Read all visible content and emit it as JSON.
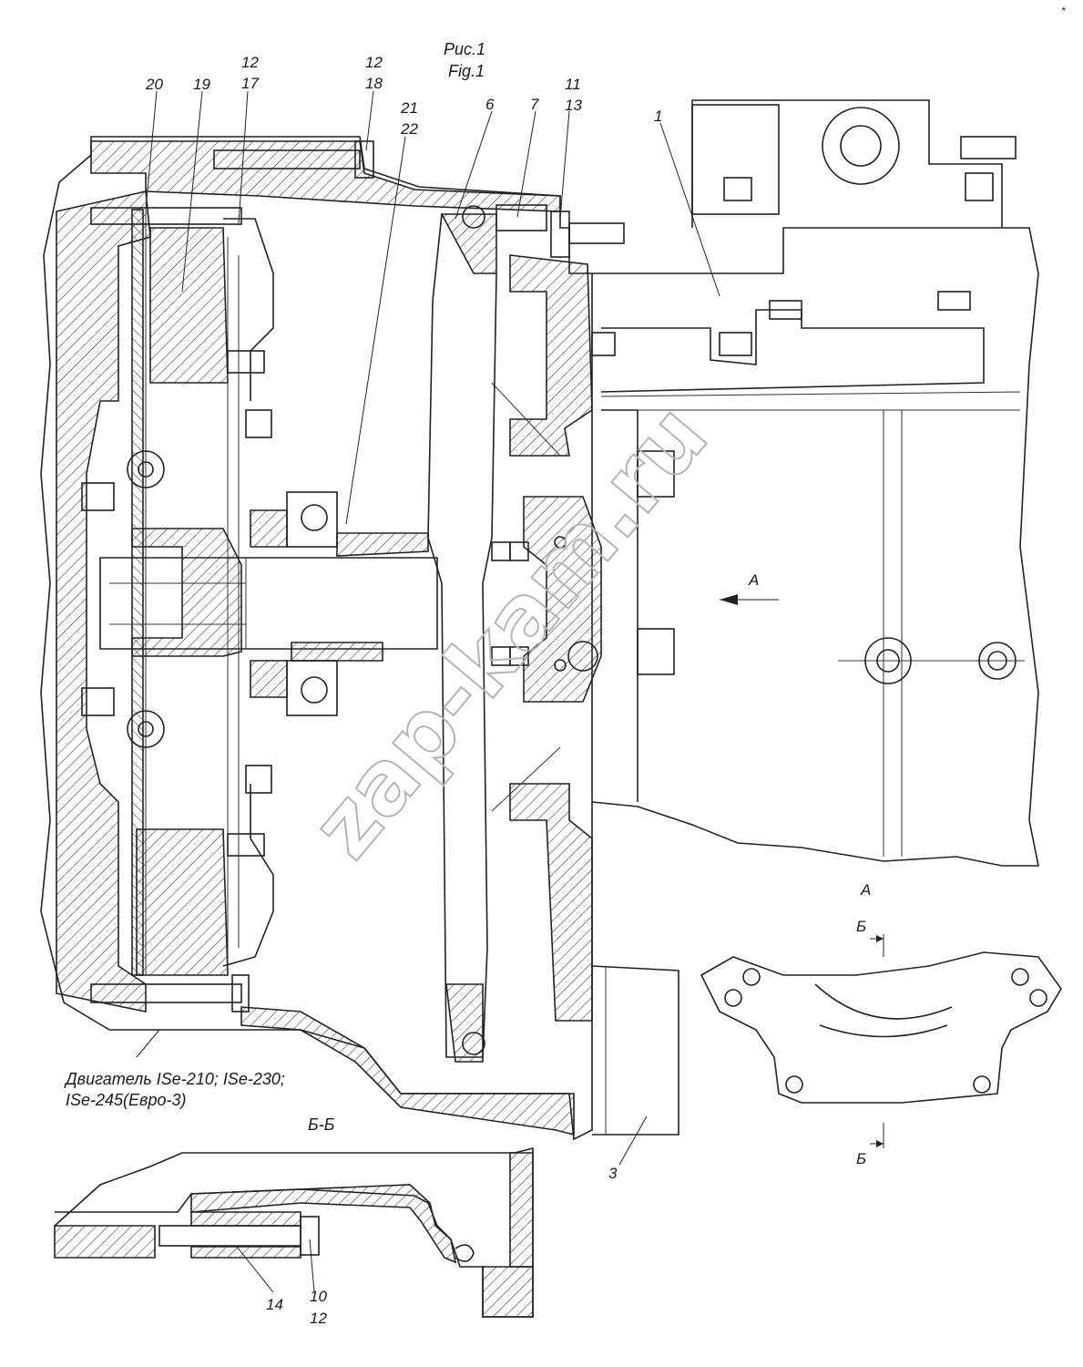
{
  "figure": {
    "title_ru": "Рис.1",
    "title_en": "Fig.1",
    "view_label_a": "А",
    "section_label_b": "Б",
    "section_title": "Б-Б",
    "engine_caption_line1": "Двигатель ISe-210; ISe-230;",
    "engine_caption_line2": "ISe-245(Евро-3)",
    "watermark": "zap-kam.ru",
    "corner_mark": "*"
  },
  "callouts": {
    "c20": "20",
    "c19": "19",
    "c12a": "12",
    "c17": "17",
    "c12b": "12",
    "c18": "18",
    "c21": "21",
    "c22": "22",
    "c6": "6",
    "c7": "7",
    "c11": "11",
    "c13": "13",
    "c1": "1",
    "c3": "3",
    "c14": "14",
    "c10": "10",
    "c12c": "12"
  },
  "colors": {
    "ink": "#222222",
    "watermark": "#b5b5b5",
    "paper": "#ffffff"
  }
}
